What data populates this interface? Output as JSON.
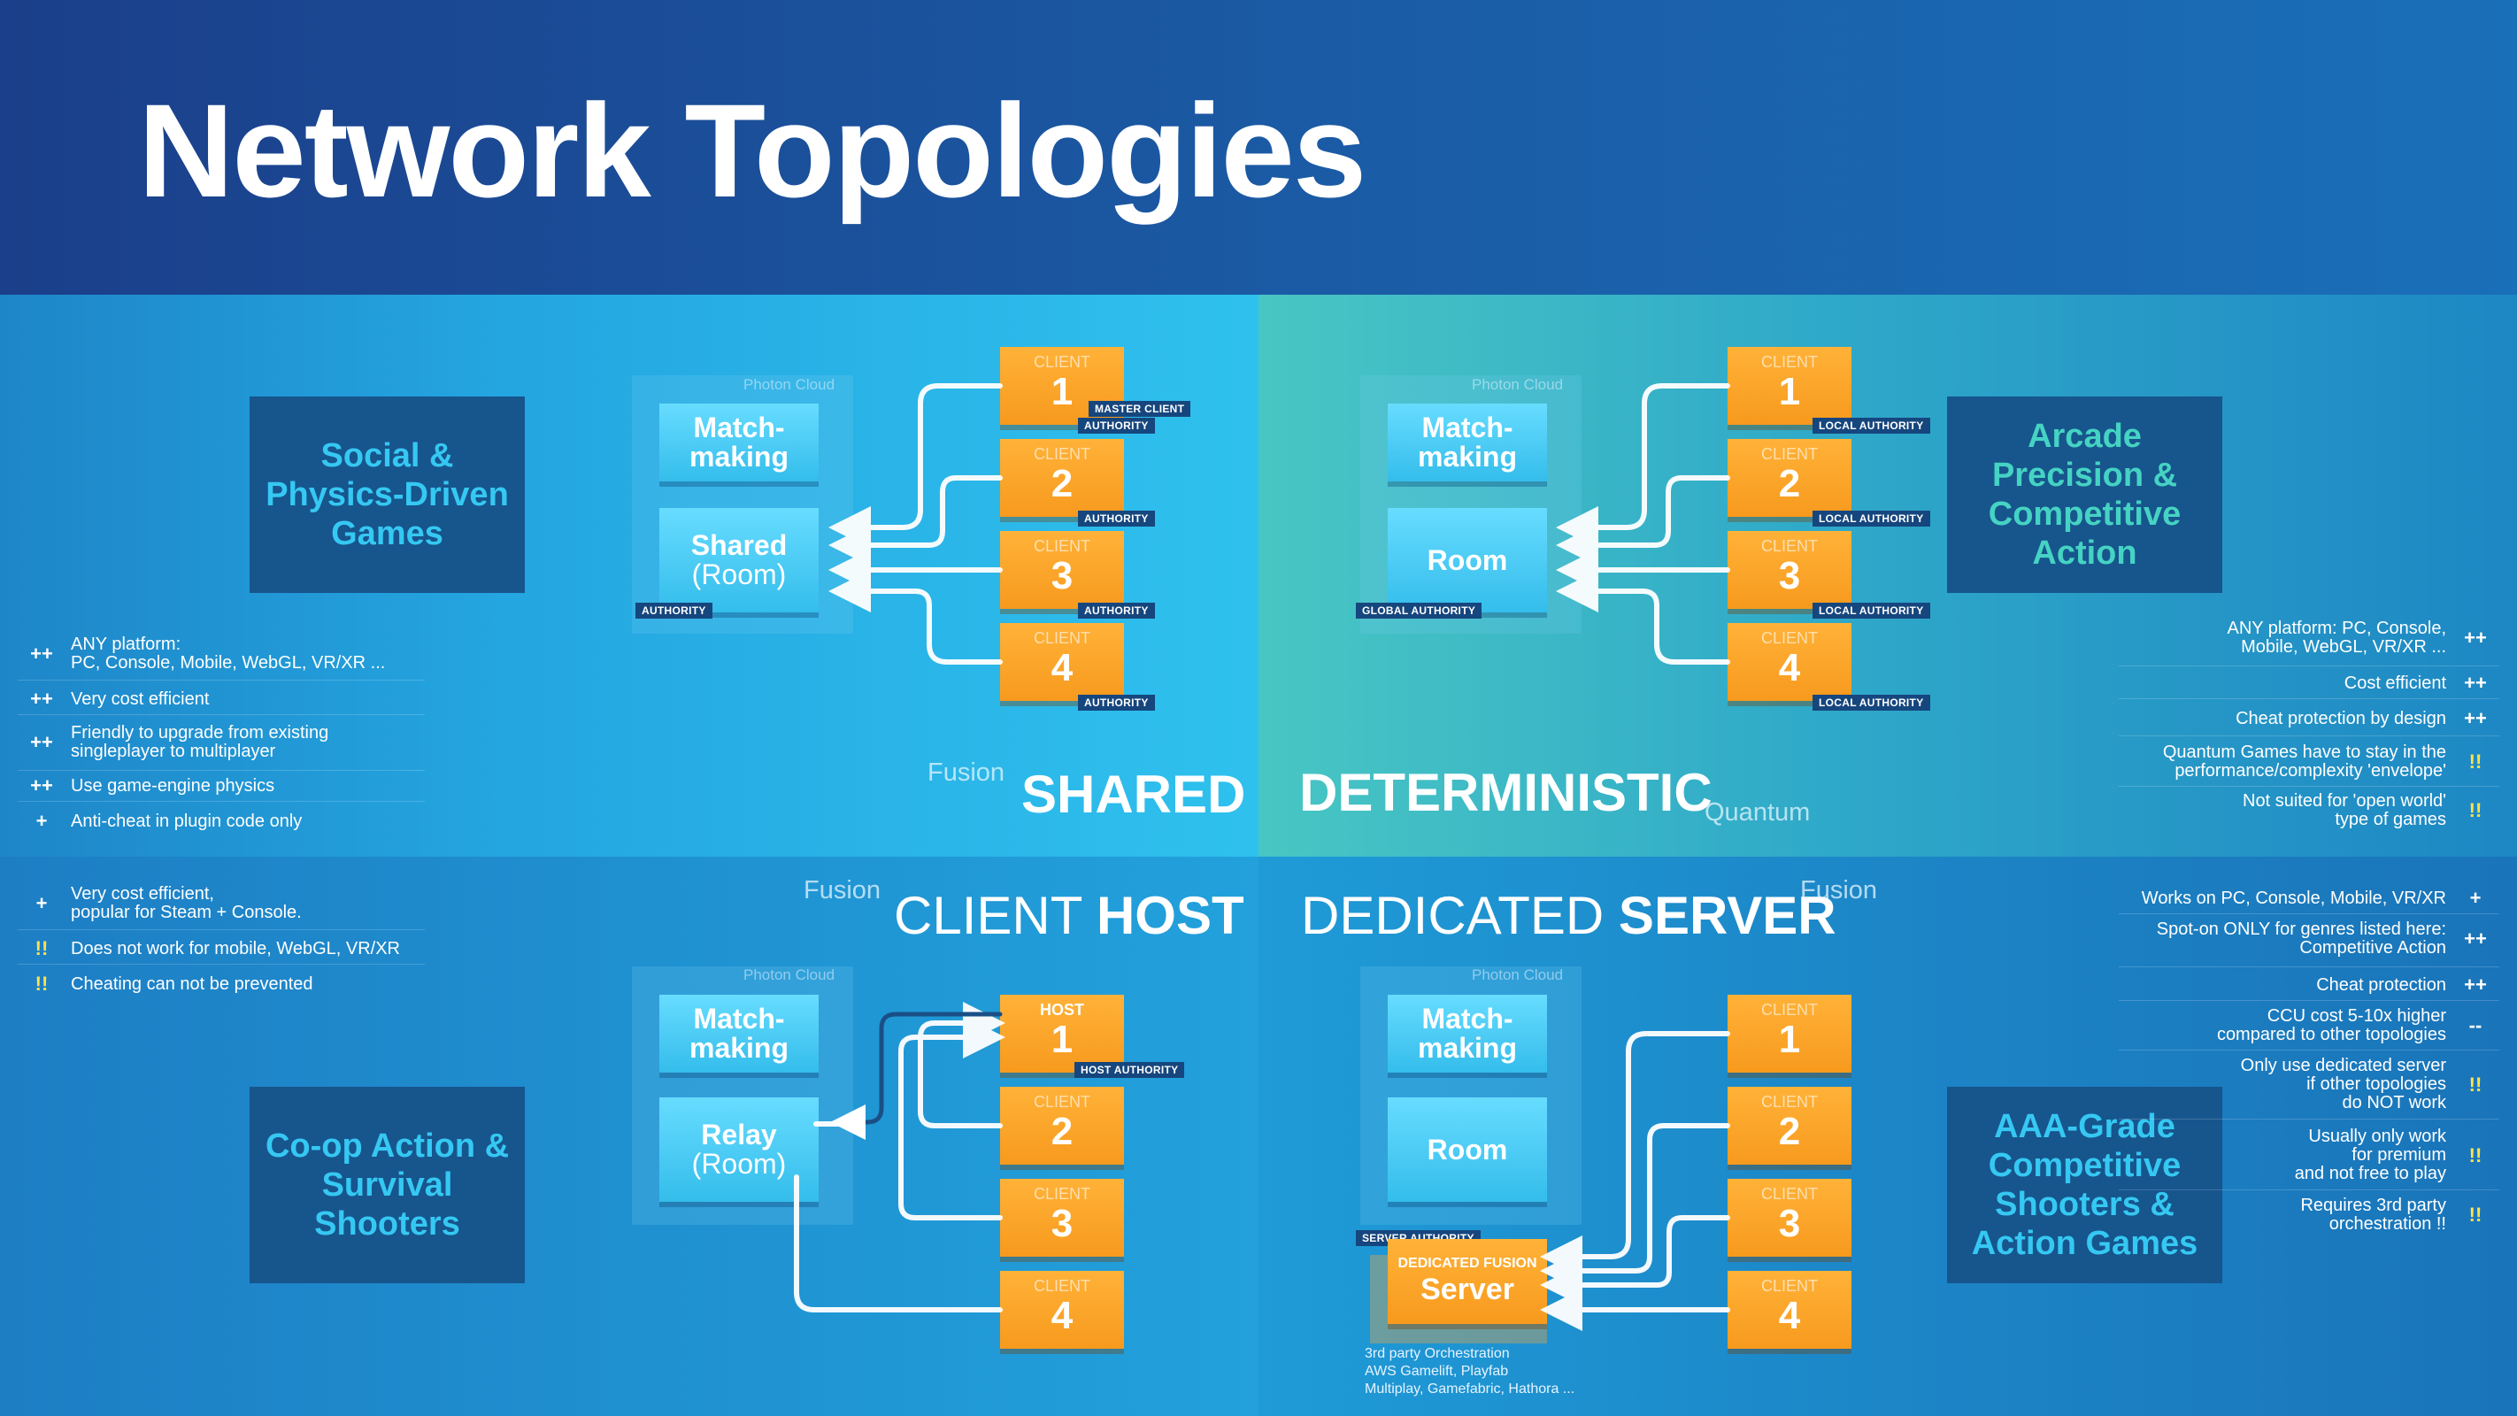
{
  "title": "Network Topologies",
  "common": {
    "photon_cloud": "Photon Cloud",
    "client_label": "CLIENT",
    "matchmaking": "Match-\nmaking"
  },
  "shared": {
    "product": "Fusion",
    "title": "SHARED",
    "genre": "Social & Physics-Driven Games",
    "room_box": {
      "line1": "Shared",
      "line2": "(Room)"
    },
    "room_badge": "AUTHORITY",
    "clients": [
      {
        "num": "1",
        "badges": [
          "MASTER CLIENT",
          "AUTHORITY"
        ]
      },
      {
        "num": "2",
        "badges": [
          "AUTHORITY"
        ]
      },
      {
        "num": "3",
        "badges": [
          "AUTHORITY"
        ]
      },
      {
        "num": "4",
        "badges": [
          "AUTHORITY"
        ]
      }
    ],
    "features": [
      {
        "mark": "++",
        "text": "ANY platform:\nPC, Console, Mobile, WebGL, VR/XR ..."
      },
      {
        "mark": "++",
        "text": "Very cost efficient"
      },
      {
        "mark": "++",
        "text": "Friendly to upgrade from existing\nsingleplayer to multiplayer"
      },
      {
        "mark": "++",
        "text": "Use game-engine physics"
      },
      {
        "mark": "+",
        "text": "Anti-cheat in plugin code only"
      }
    ]
  },
  "deterministic": {
    "product": "Quantum",
    "title": "DETERMINISTIC",
    "genre": "Arcade Precision & Competitive Action",
    "room_box": {
      "line1": "Room"
    },
    "room_badge": "GLOBAL AUTHORITY",
    "client_badge": "LOCAL AUTHORITY",
    "clients": [
      "1",
      "2",
      "3",
      "4"
    ],
    "features": [
      {
        "mark": "++",
        "text": "ANY platform: PC, Console,\nMobile, WebGL, VR/XR ..."
      },
      {
        "mark": "++",
        "text": "Cost efficient"
      },
      {
        "mark": "++",
        "text": "Cheat protection by design"
      },
      {
        "mark": "!!",
        "text": "Quantum Games have to stay in the\nperformance/complexity 'envelope'"
      },
      {
        "mark": "!!",
        "text": "Not suited for 'open world'\ntype of games"
      }
    ]
  },
  "client_host": {
    "product": "Fusion",
    "title_light": "CLIENT",
    "title_bold": "HOST",
    "genre": "Co-op Action & Survival Shooters",
    "room_box": {
      "line1": "Relay",
      "line2": "(Room)"
    },
    "host_label": "HOST",
    "host_badge": "HOST AUTHORITY",
    "clients": [
      "1",
      "2",
      "3",
      "4"
    ],
    "features": [
      {
        "mark": "+",
        "text": "Very cost efficient,\npopular for Steam + Console."
      },
      {
        "mark": "!!",
        "text": "Does not work for mobile, WebGL, VR/XR"
      },
      {
        "mark": "!!",
        "text": "Cheating can not be prevented"
      }
    ]
  },
  "dedicated": {
    "product": "Fusion",
    "title_light": "DEDICATED",
    "title_bold": "SERVER",
    "genre": "AAA-Grade Competitive Shooters & Action Games",
    "room_box": {
      "line1": "Room"
    },
    "server_badge": "SERVER AUTHORITY",
    "server_box": {
      "small": "DEDICATED FUSION",
      "big": "Server"
    },
    "orchestration": [
      "3rd party Orchestration",
      "AWS Gamelift, Playfab",
      "Multiplay, Gamefabric, Hathora ..."
    ],
    "clients": [
      "1",
      "2",
      "3",
      "4"
    ],
    "features": [
      {
        "mark": "+",
        "text": "Works on PC, Console, Mobile, VR/XR"
      },
      {
        "mark": "++",
        "text": "Spot-on ONLY for genres listed here:\nCompetitive Action"
      },
      {
        "mark": "++",
        "text": "Cheat protection"
      },
      {
        "mark": "--",
        "text": "CCU cost 5-10x higher\ncompared to other topologies"
      },
      {
        "mark": "!!",
        "text": "Only use dedicated server\nif other topologies\ndo NOT work"
      },
      {
        "mark": "!!",
        "text": "Usually only work\nfor premium\nand not free to play"
      },
      {
        "mark": "!!",
        "text": "Requires 3rd party\norchestration !!"
      }
    ]
  },
  "colors": {
    "client_orange": "#f79a1e",
    "cloud_box": "#3dc3ef",
    "genre_bg": "#17558d",
    "badge_bg": "#16467e"
  }
}
